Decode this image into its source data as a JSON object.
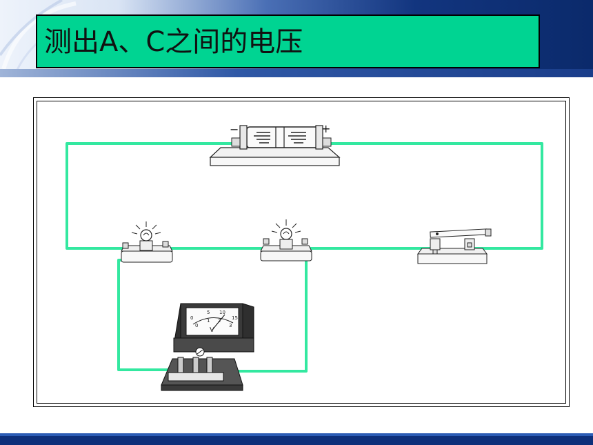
{
  "slide": {
    "title": "测出A、C之间的电压"
  },
  "colors": {
    "title_bg": "#00d492",
    "wire": "#33e8a0",
    "header_dark": "#0b2a6b",
    "footer": "#0d2f7a"
  },
  "components": {
    "battery": {
      "plus": "+",
      "minus": "−",
      "icon": "battery-holder-icon"
    },
    "lamp_left": {
      "icon": "bulb-icon"
    },
    "lamp_right": {
      "icon": "bulb-icon"
    },
    "switch": {
      "icon": "knife-switch-icon"
    },
    "voltmeter": {
      "icon": "voltmeter-icon",
      "unit": "V",
      "scale_top": [
        "0",
        "5",
        "10",
        "15"
      ],
      "scale_bottom": [
        "0",
        "1",
        "2",
        "3"
      ]
    }
  }
}
